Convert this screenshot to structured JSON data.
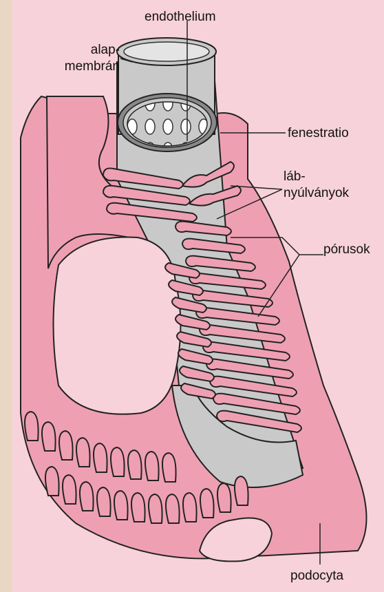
{
  "labels": {
    "endothelium": "endothelium",
    "alap_line1": "alap-",
    "alap_line2": "membrán",
    "fenestratio": "fenestratio",
    "lab_line1": "láb-",
    "lab_line2": "nyúlványok",
    "porusok": "pórusok",
    "podocyta": "podocyta"
  },
  "colors": {
    "background": "#ead7c3",
    "plate": "#f7d2da",
    "podocyte_pink": "#eea0b2",
    "capillary_gray": "#c9c9c9",
    "cell_lumen": "#ffffff",
    "outline": "#222222"
  }
}
